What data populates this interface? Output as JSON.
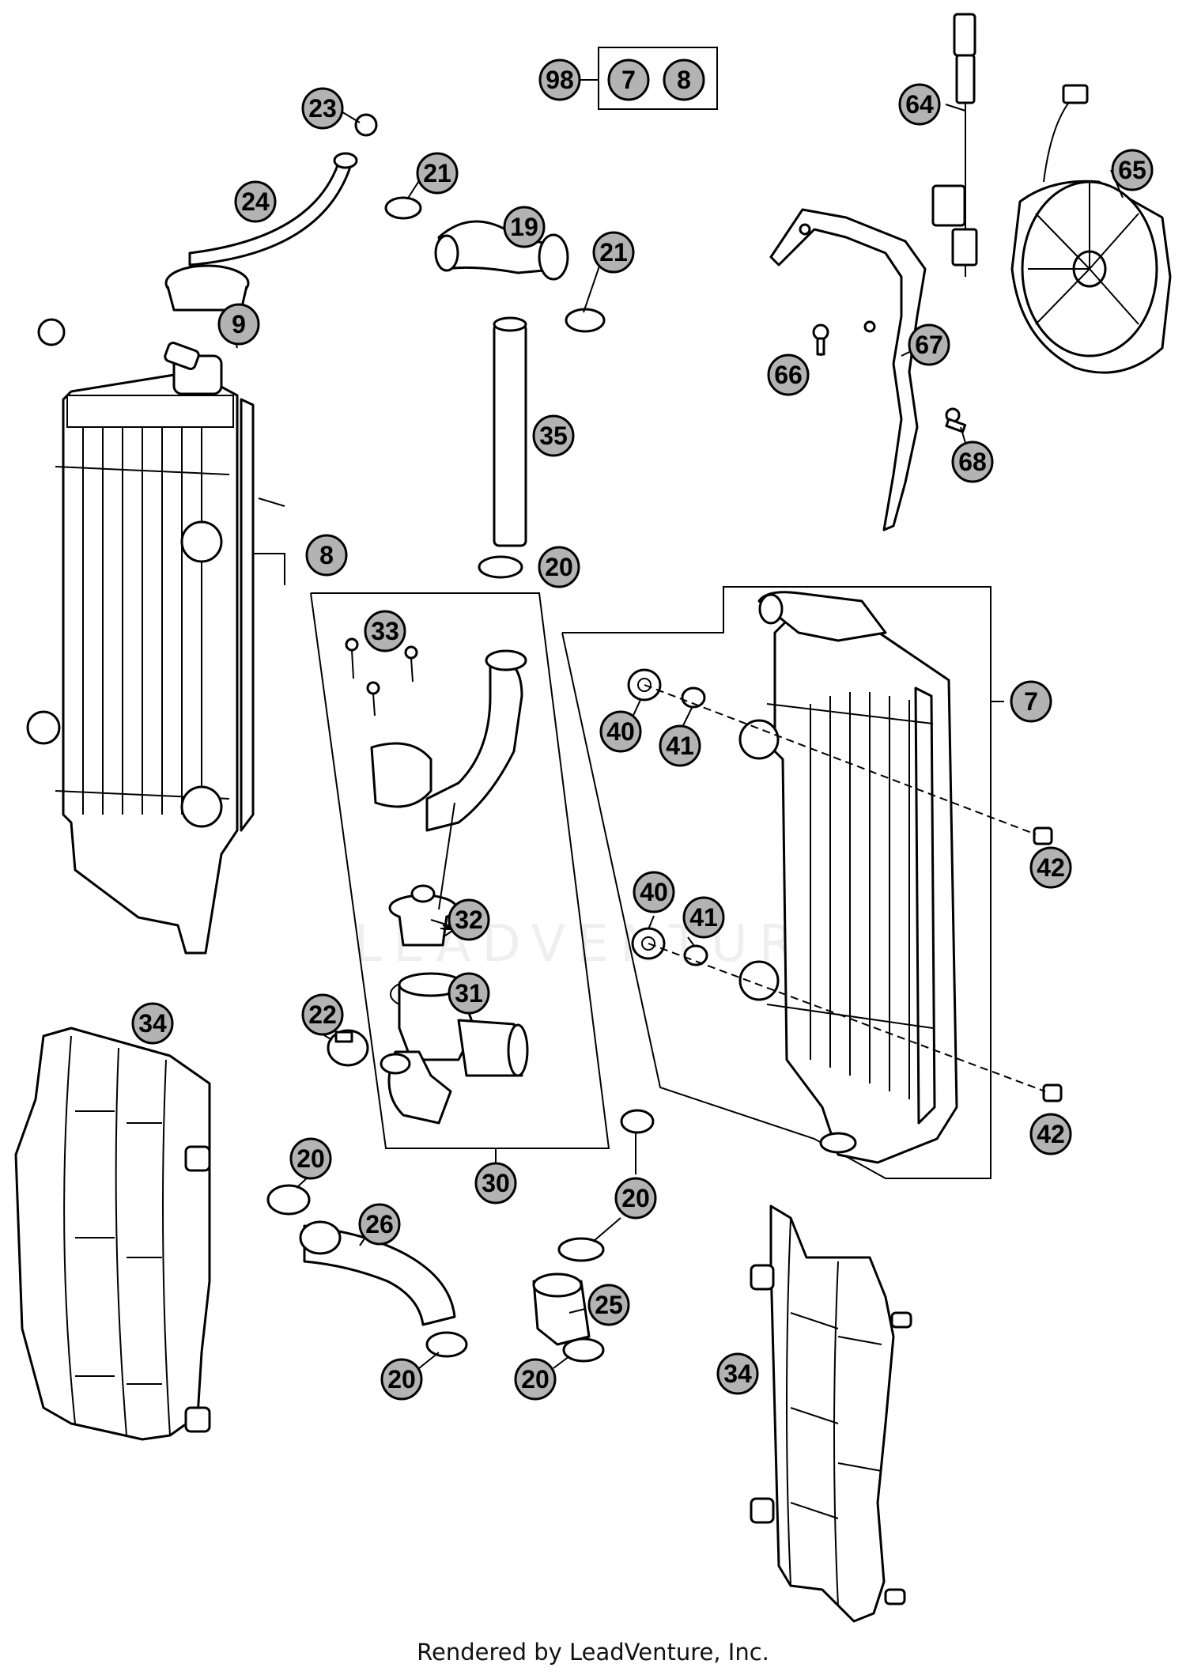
{
  "watermark": "LEADVENTURE",
  "footer": "Rendered by LeadVenture, Inc.",
  "callouts": [
    {
      "id": "c98",
      "label": "98"
    },
    {
      "id": "c7top",
      "label": "7"
    },
    {
      "id": "c8top",
      "label": "8"
    },
    {
      "id": "c23",
      "label": "23"
    },
    {
      "id": "c24",
      "label": "24"
    },
    {
      "id": "c21a",
      "label": "21"
    },
    {
      "id": "c19",
      "label": "19"
    },
    {
      "id": "c21b",
      "label": "21"
    },
    {
      "id": "c9",
      "label": "9"
    },
    {
      "id": "c35",
      "label": "35"
    },
    {
      "id": "c8",
      "label": "8"
    },
    {
      "id": "c20a",
      "label": "20"
    },
    {
      "id": "c64",
      "label": "64"
    },
    {
      "id": "c65",
      "label": "65"
    },
    {
      "id": "c67",
      "label": "67"
    },
    {
      "id": "c66",
      "label": "66"
    },
    {
      "id": "c68",
      "label": "68"
    },
    {
      "id": "c33",
      "label": "33"
    },
    {
      "id": "c32",
      "label": "32"
    },
    {
      "id": "c31",
      "label": "31"
    },
    {
      "id": "c30",
      "label": "30"
    },
    {
      "id": "c22",
      "label": "22"
    },
    {
      "id": "c34a",
      "label": "34"
    },
    {
      "id": "c40a",
      "label": "40"
    },
    {
      "id": "c41a",
      "label": "41"
    },
    {
      "id": "c40b",
      "label": "40"
    },
    {
      "id": "c41b",
      "label": "41"
    },
    {
      "id": "c7",
      "label": "7"
    },
    {
      "id": "c42a",
      "label": "42"
    },
    {
      "id": "c42b",
      "label": "42"
    },
    {
      "id": "c20b",
      "label": "20"
    },
    {
      "id": "c26",
      "label": "26"
    },
    {
      "id": "c20c",
      "label": "20"
    },
    {
      "id": "c20d",
      "label": "20"
    },
    {
      "id": "c25",
      "label": "25"
    },
    {
      "id": "c20e",
      "label": "20"
    },
    {
      "id": "c34b",
      "label": "34"
    }
  ]
}
